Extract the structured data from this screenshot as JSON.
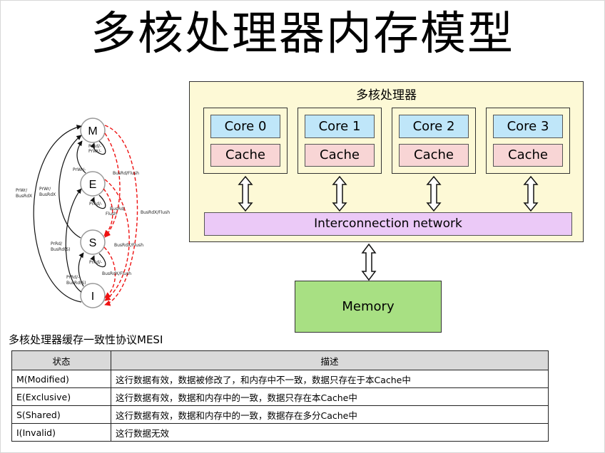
{
  "title": "多核处理器内存模型",
  "arch": {
    "title": "多核处理器",
    "cores": [
      {
        "core": "Core 0",
        "cache": "Cache"
      },
      {
        "core": "Core 1",
        "cache": "Cache"
      },
      {
        "core": "Core 2",
        "cache": "Cache"
      },
      {
        "core": "Core 3",
        "cache": "Cache"
      }
    ],
    "interconnect": "Interconnection network",
    "memory": "Memory"
  },
  "fsm": {
    "states": [
      "M",
      "E",
      "S",
      "I"
    ],
    "labels": {
      "m_loop": "PrRd/-",
      "m_loop2": "PrWr/-",
      "e_to_m": "PrWr/-",
      "e_loop": "PrRd/-",
      "s_loop": "PrRd/-",
      "i_to_m_1": "PrWr/",
      "i_to_m_2": "BusRdX",
      "s_to_m_1": "PrWr/",
      "s_to_m_2": "BusRdX",
      "i_to_e_1": "PrRd/",
      "i_to_e_2": "BusRd(S)",
      "i_to_s_1": "PrRd/-",
      "i_to_s_2": "BusRd(S)",
      "m_to_s": "BusRd/Flush",
      "e_to_s_1": "BusRd/",
      "e_to_s_2": "Flush",
      "m_to_i": "BusRdX/Flush",
      "e_to_i": "BusRdX/Flush",
      "s_to_i": "BusRdX/Flush"
    }
  },
  "caption": "多核处理器缓存一致性协议MESI",
  "table": {
    "headers": [
      "状态",
      "描述"
    ],
    "rows": [
      [
        "M(Modified)",
        "这行数据有效，数据被修改了，和内存中不一致，数据只存在于本Cache中"
      ],
      [
        "E(Exclusive)",
        "这行数据有效，数据和内存中的一致，数据只存在本Cache中"
      ],
      [
        "S(Shared)",
        "这行数据有效，数据和内存中的一致，数据存在多分Cache中"
      ],
      [
        "I(Invalid)",
        "这行数据无效"
      ]
    ]
  }
}
